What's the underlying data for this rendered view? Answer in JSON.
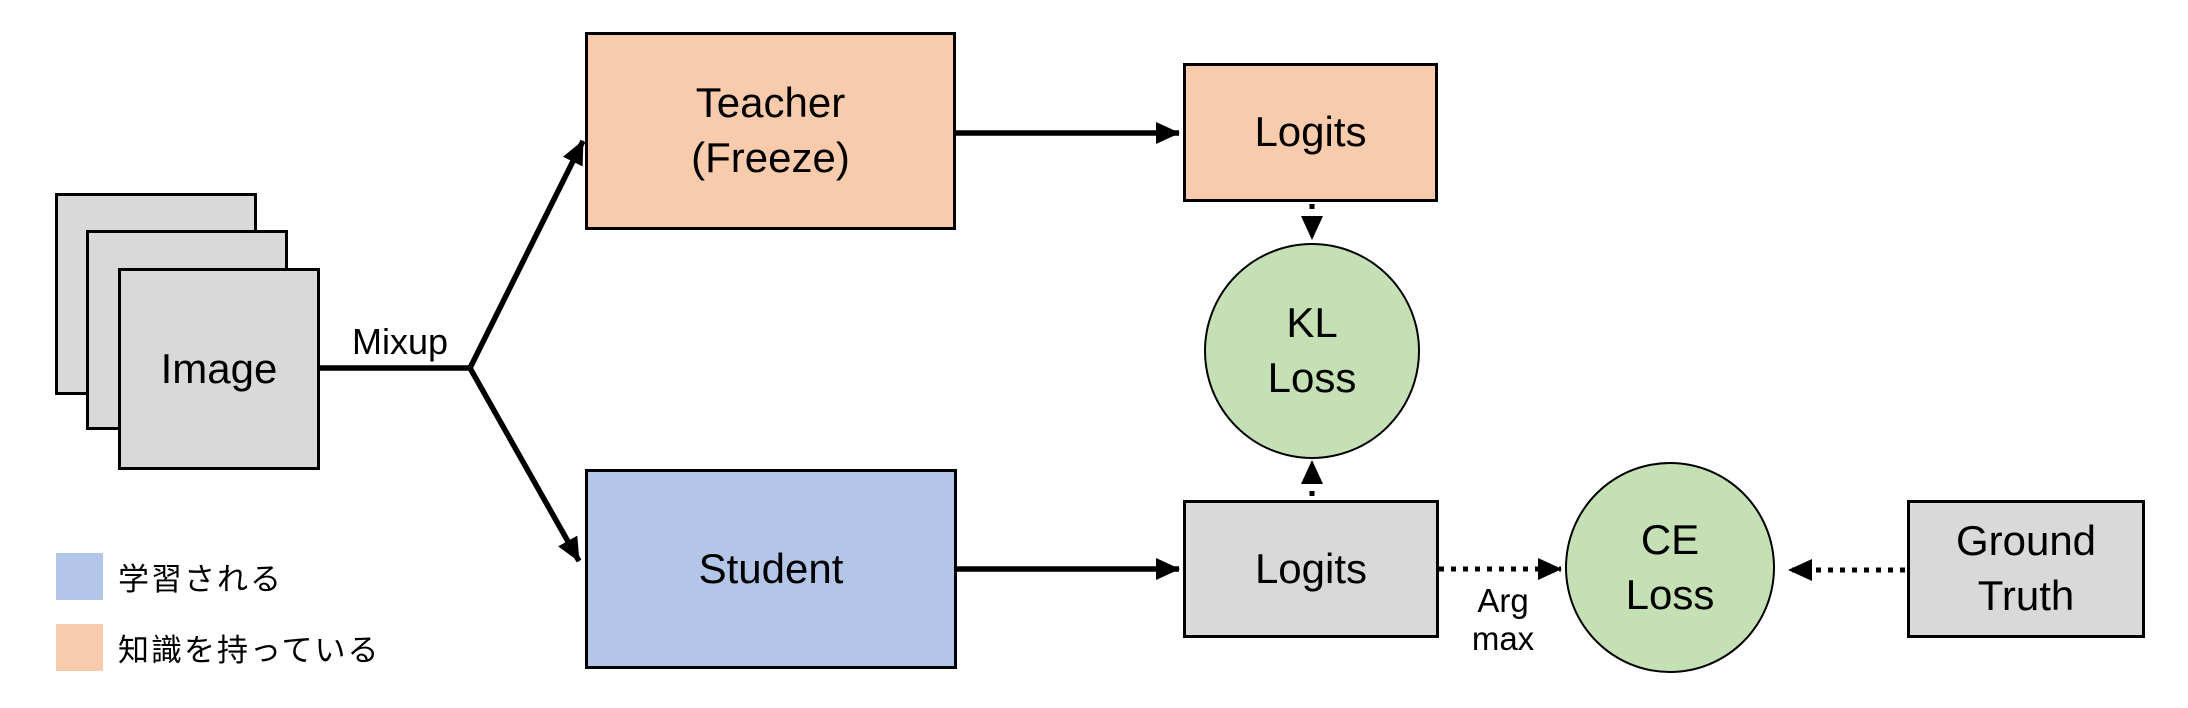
{
  "diagram": {
    "nodes": {
      "image": "Image",
      "teacher": "Teacher\n(Freeze)",
      "teacher_logits": "Logits",
      "student": "Student",
      "student_logits": "Logits",
      "kl_loss": "KL\nLoss",
      "ce_loss": "CE\nLoss",
      "ground_truth": "Ground\nTruth"
    },
    "edge_labels": {
      "mixup": "Mixup",
      "arg_max": "Arg\nmax"
    },
    "legend": {
      "items": [
        {
          "color": "#B4C6E7",
          "label": "学習される"
        },
        {
          "color": "#F8CBAD",
          "label": "知識を持っている"
        }
      ]
    },
    "colors": {
      "box_gray": "#D9D9D9",
      "box_orange": "#F8CBAD",
      "box_blue": "#B4C6E7",
      "circle_green": "#C5E0B4",
      "line_black": "#000000",
      "background": "#FFFFFF"
    }
  }
}
